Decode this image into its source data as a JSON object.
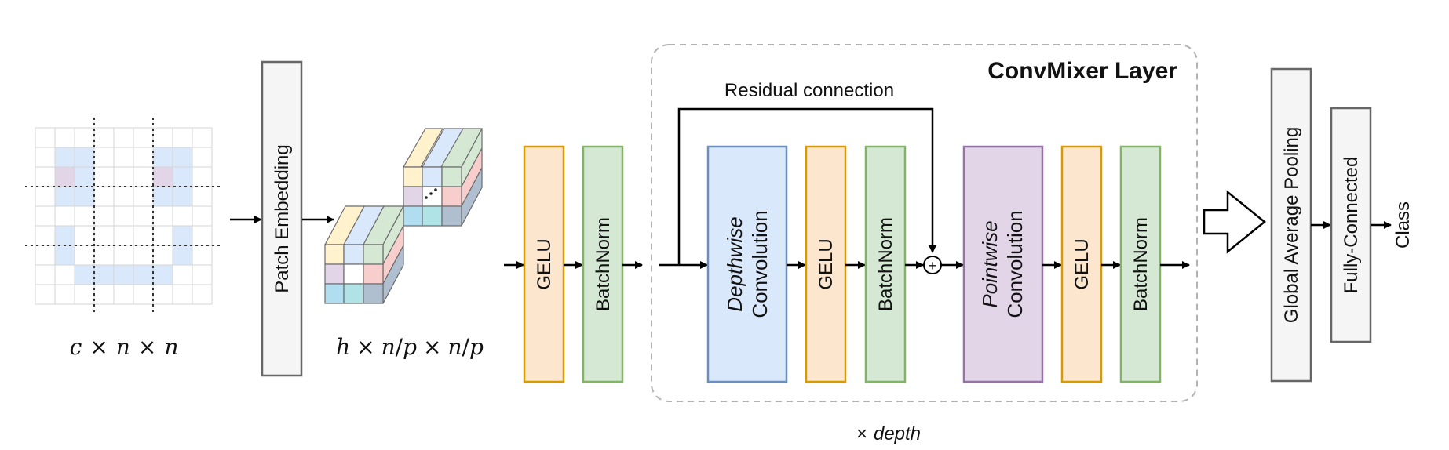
{
  "input_label": {
    "c": "c",
    "n1": "n",
    "n2": "n",
    "times": "×"
  },
  "embed_label": {
    "h": "h",
    "n1": "n",
    "p1": "p",
    "n2": "n",
    "p2": "p",
    "times": "×",
    "slash": "/"
  },
  "patch_embedding": "Patch Embedding",
  "gelu": "GELU",
  "batchnorm": "BatchNorm",
  "residual": "Residual connection",
  "convmixer_layer": "ConvMixer Layer",
  "depthwise_1": "Depthwise",
  "depthwise_2": "Convolution",
  "pointwise_1": "Pointwise",
  "pointwise_2": "Convolution",
  "plus": "+",
  "repeat_times": "×",
  "repeat_word": "depth",
  "gap": "Global Average Pooling",
  "fc": "Fully-Connected",
  "class_label": "Class",
  "colors": {
    "gelu_fill": "#fce6cd",
    "gelu_stroke": "#d79b00",
    "bn_fill": "#d5e8d4",
    "bn_stroke": "#82b366",
    "dw_fill": "#dae8fc",
    "dw_stroke": "#6c8ebf",
    "pw_fill": "#e1d5e7",
    "pw_stroke": "#9673a6",
    "gray_fill": "#f5f5f5",
    "gray_stroke": "#666666",
    "dash": "#b3b3b3"
  }
}
